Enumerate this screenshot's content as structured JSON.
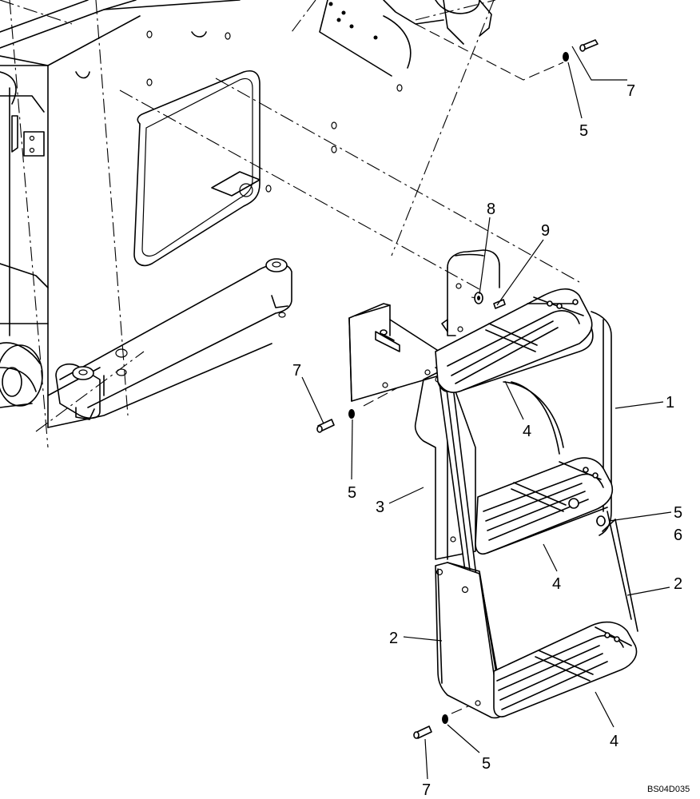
{
  "callouts": {
    "c1": "1",
    "c2a": "2",
    "c2b": "2",
    "c3": "3",
    "c4a": "4",
    "c4b": "4",
    "c4c": "4",
    "c5a": "5",
    "c5b": "5",
    "c5c": "5",
    "c5d": "5",
    "c6": "6",
    "c7a": "7",
    "c7b": "7",
    "c7c": "7",
    "c8": "8",
    "c9": "9"
  },
  "drawing_code": "BS04D035"
}
